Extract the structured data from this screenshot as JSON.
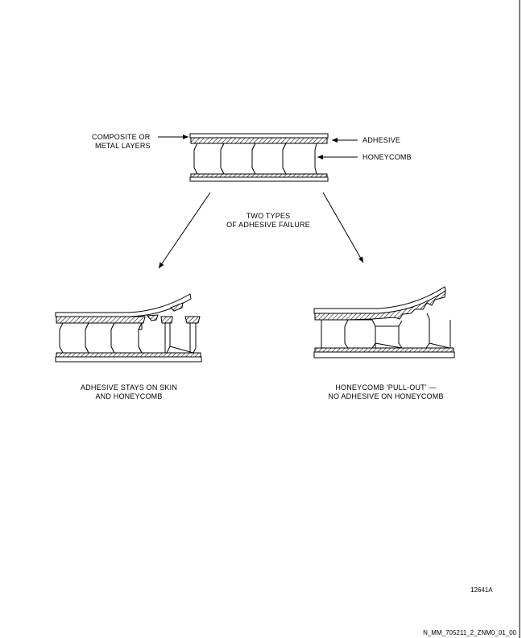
{
  "labels": {
    "composite_line1": "COMPOSITE OR",
    "composite_line2": "METAL LAYERS",
    "adhesive": "ADHESIVE",
    "honeycomb": "HONEYCOMB",
    "two_types_line1": "TWO TYPES",
    "two_types_line2": "OF ADHESIVE FAILURE",
    "left_caption_line1": "ADHESIVE STAYS ON SKIN",
    "left_caption_line2": "AND HONEYCOMB",
    "right_caption_line1": "HONEYCOMB 'PULL-OUT' —",
    "right_caption_line2": "NO ADHESIVE ON HONEYCOMB",
    "figure_number": "12641A",
    "drawing_id": "N_MM_705211_2_ZNM0_01_00"
  },
  "icons": {
    "hatch": "diagonal-hatch-pattern"
  }
}
